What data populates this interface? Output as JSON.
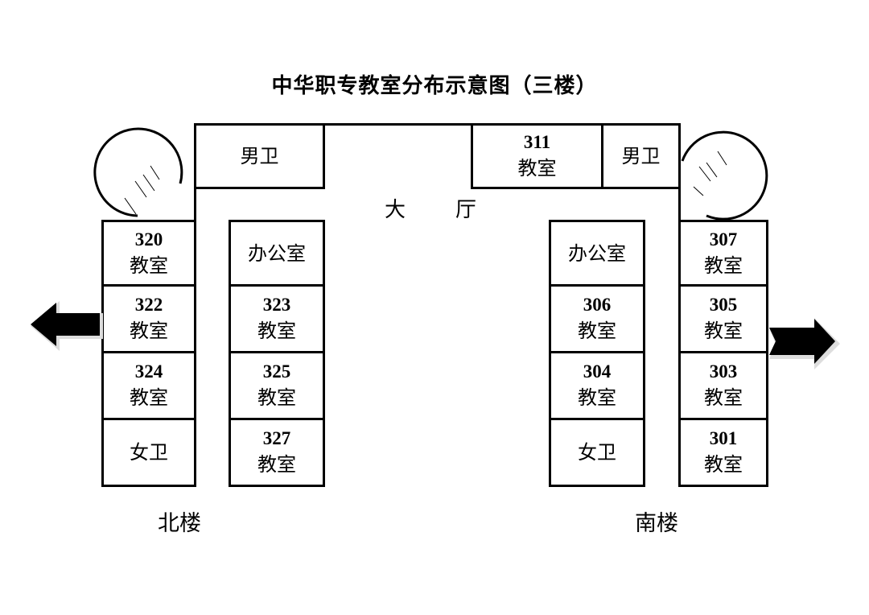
{
  "title": "中华职专教室分布示意图（三楼）",
  "hall": {
    "char1": "大",
    "char2": "厅"
  },
  "top_rooms": [
    {
      "label": "男卫"
    },
    {
      "number": "311",
      "label": "教室"
    },
    {
      "label": "男卫"
    }
  ],
  "north_wing": {
    "name": "北楼",
    "outer": [
      {
        "number": "320",
        "label": "教室"
      },
      {
        "number": "322",
        "label": "教室"
      },
      {
        "number": "324",
        "label": "教室"
      },
      {
        "label": "女卫"
      }
    ],
    "inner": [
      {
        "label": "办公室"
      },
      {
        "number": "323",
        "label": "教室"
      },
      {
        "number": "325",
        "label": "教室"
      },
      {
        "number": "327",
        "label": "教室"
      }
    ]
  },
  "south_wing": {
    "name": "南楼",
    "inner": [
      {
        "label": "办公室"
      },
      {
        "number": "306",
        "label": "教室"
      },
      {
        "number": "304",
        "label": "教室"
      },
      {
        "label": "女卫"
      }
    ],
    "outer": [
      {
        "number": "307",
        "label": "教室"
      },
      {
        "number": "305",
        "label": "教室"
      },
      {
        "number": "303",
        "label": "教室"
      },
      {
        "number": "301",
        "label": "教室"
      }
    ]
  },
  "icons": {
    "north_stair": "stairwell-icon",
    "south_stair": "stairwell-icon",
    "north_exit": "arrow-left-icon",
    "south_exit": "arrow-right-icon"
  },
  "colors": {
    "line": "#000000",
    "background": "#ffffff"
  }
}
